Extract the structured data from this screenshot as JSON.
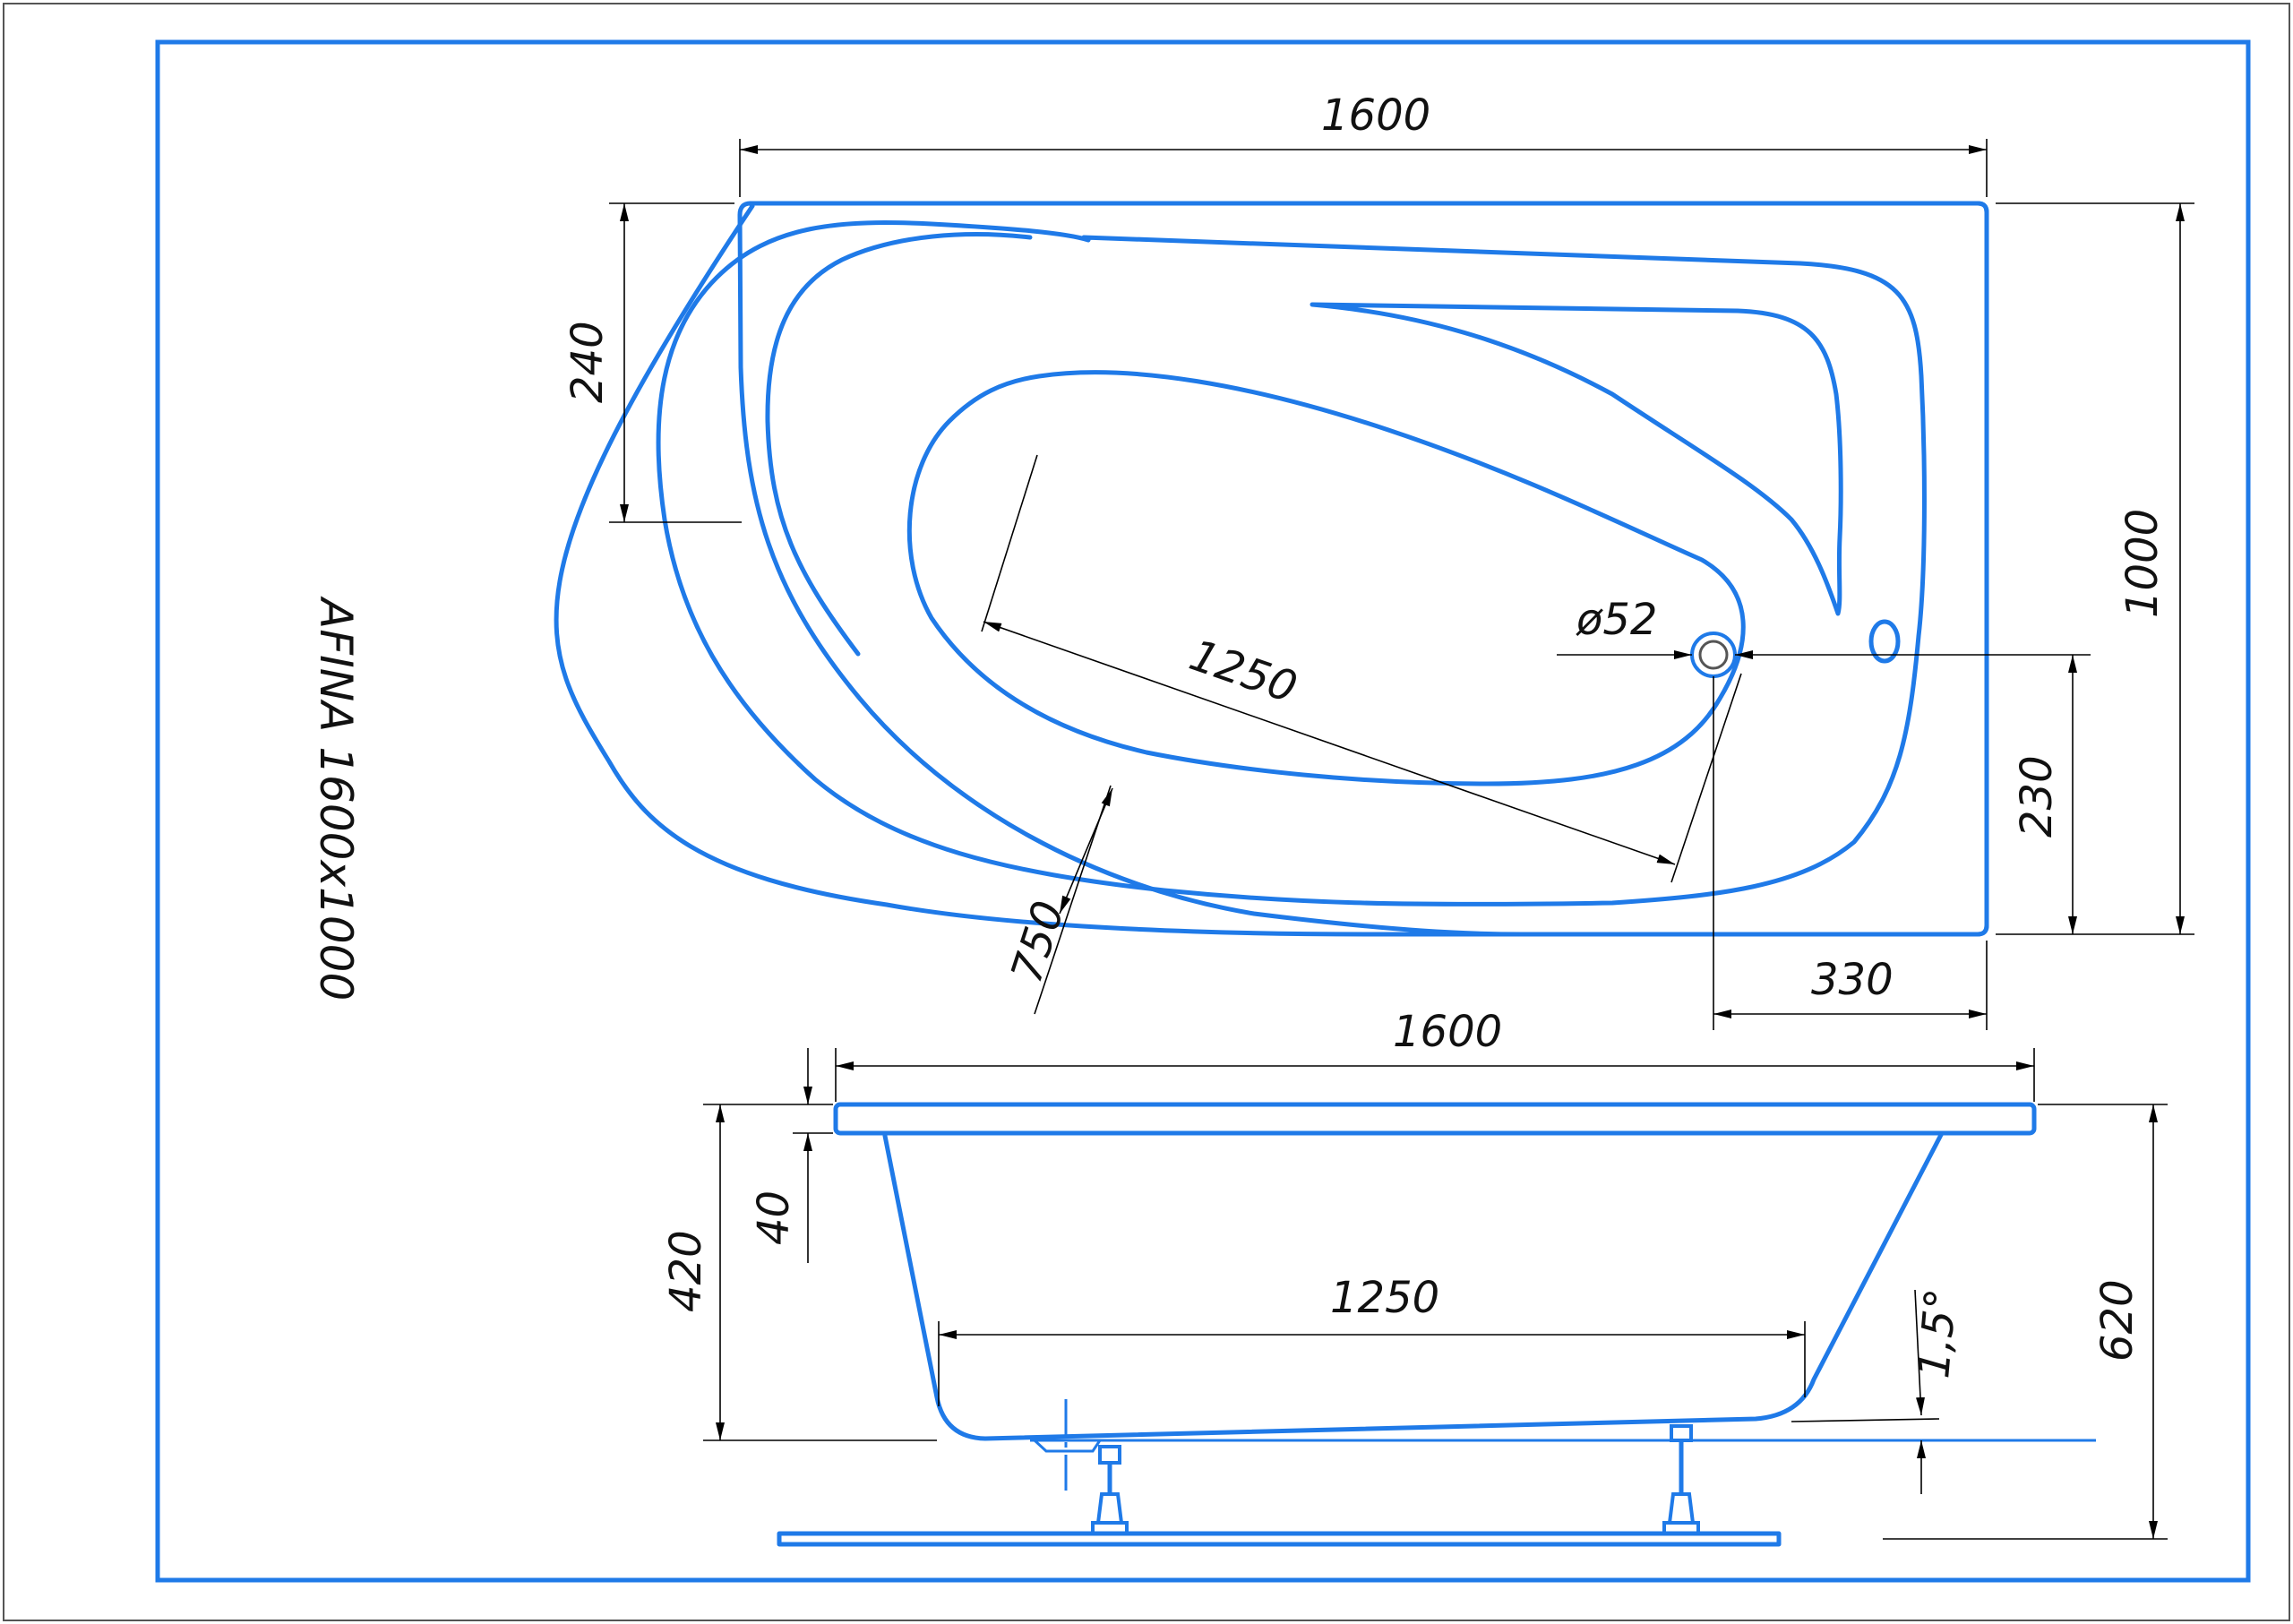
{
  "model_label": "AFINA 1600x1000",
  "top_view": {
    "length": "1600",
    "width": "1000",
    "inner_length": "1250",
    "corner_width": "750",
    "left_offset": "240",
    "drain_diameter": "ø52",
    "drain_y": "230",
    "drain_x": "330"
  },
  "side_view": {
    "length": "1600",
    "bottom_length": "1250",
    "rim": "40",
    "depth": "420",
    "height": "620",
    "slope": "1,5°"
  },
  "colors": {
    "outline": "#1f7ae8",
    "dimension": "#000000",
    "frame": "#1f7ae8"
  }
}
